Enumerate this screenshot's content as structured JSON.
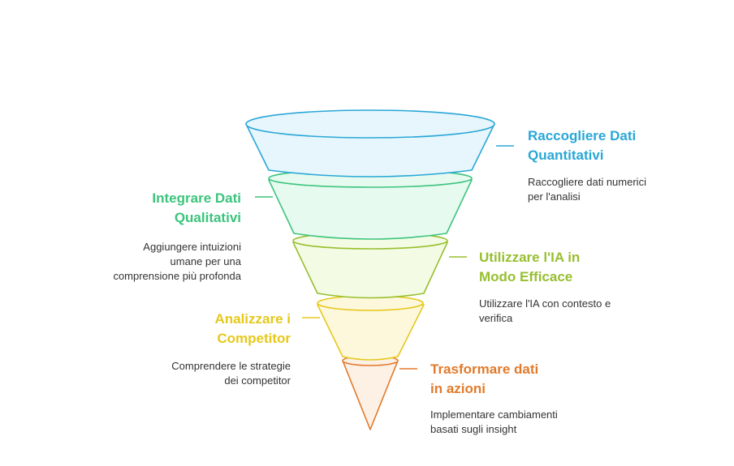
{
  "colors": {
    "blue": "#29a7d6",
    "green": "#3cc47c",
    "olive": "#97bf2f",
    "yellow": "#e5c81b",
    "orange": "#e27a2b"
  },
  "stages": [
    {
      "title_line1": "Raccogliere Dati",
      "title_line2": "Quantitativi",
      "desc_line1": "Raccogliere dati numerici",
      "desc_line2": "per l'analisi"
    },
    {
      "title_line1": "Integrare Dati",
      "title_line2": "Qualitativi",
      "desc_line1": "Aggiungere intuizioni",
      "desc_line2": "umane per una",
      "desc_line3": "comprensione più profonda"
    },
    {
      "title_line1": "Utilizzare l'IA in",
      "title_line2": "Modo Efficace",
      "desc_line1": "Utilizzare l'IA con contesto e",
      "desc_line2": "verifica"
    },
    {
      "title_line1": "Analizzare i",
      "title_line2": "Competitor",
      "desc_line1": "Comprendere le strategie",
      "desc_line2": "dei competitor"
    },
    {
      "title_line1": "Trasformare dati",
      "title_line2": "in azioni",
      "desc_line1": "Implementare cambiamenti",
      "desc_line2": "basati sugli insight"
    }
  ]
}
